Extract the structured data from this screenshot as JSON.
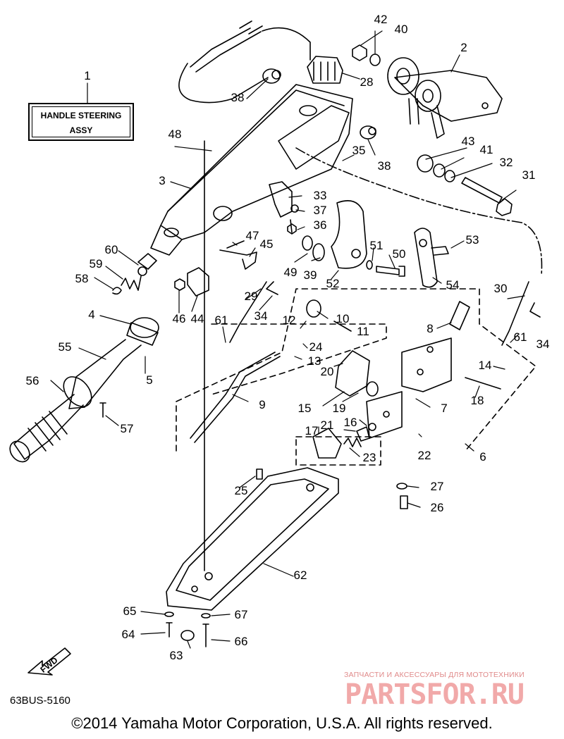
{
  "title_box": {
    "line1": "HANDLE STEERING",
    "line2": "ASSY"
  },
  "callouts": [
    "1",
    "2",
    "3",
    "4",
    "5",
    "6",
    "7",
    "8",
    "9",
    "10",
    "11",
    "12",
    "13",
    "14",
    "15",
    "16",
    "17",
    "18",
    "19",
    "20",
    "21",
    "22",
    "23",
    "24",
    "25",
    "26",
    "27",
    "28",
    "29",
    "30",
    "31",
    "32",
    "33",
    "34",
    "35",
    "36",
    "37",
    "38",
    "39",
    "40",
    "41",
    "42",
    "43",
    "44",
    "45",
    "46",
    "47",
    "48",
    "49",
    "50",
    "51",
    "52",
    "53",
    "54",
    "55",
    "56",
    "57",
    "58",
    "59",
    "60",
    "61",
    "62",
    "63",
    "64",
    "65",
    "66",
    "67"
  ],
  "extra_callouts": {
    "n34b": "34",
    "n38b": "38",
    "n61b": "61"
  },
  "fwd_label": "FWD",
  "diagram_code": "63BUS-5160",
  "copyright": "©2014 Yamaha Motor Corporation, U.S.A. All rights reserved.",
  "watermark": {
    "top": "ЗАПЧАСТИ И АКСЕССУАРЫ ДЛЯ МОТОТЕХНИКИ",
    "logo": "PARTSFOR.RU"
  }
}
